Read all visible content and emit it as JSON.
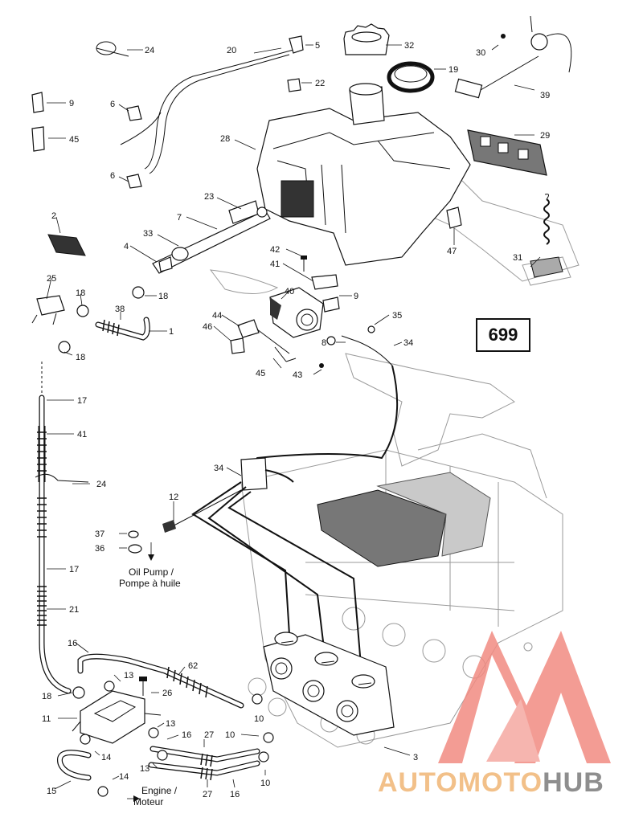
{
  "page_number": "699",
  "notes": {
    "oil_pump_line1": "Oil Pump /",
    "oil_pump_line2": "Pompe à huile",
    "engine_line1": "Engine /",
    "engine_line2": "Moteur"
  },
  "watermark": {
    "part1": "AUTO",
    "part2": "MOTO",
    "part3": "HUB",
    "colors": {
      "logo": "#f28b82",
      "light": "#f2c089",
      "dark": "#8e8e8e"
    }
  },
  "callouts": {
    "c24a": "24",
    "c20": "20",
    "c5": "5",
    "c32": "32",
    "c30": "30",
    "c9a": "9",
    "c22": "22",
    "c19": "19",
    "c39": "39",
    "c6a": "6",
    "c45a": "45",
    "c28": "28",
    "c29": "29",
    "c6b": "6",
    "c23": "23",
    "c2": "2",
    "c7": "7",
    "c47": "47",
    "c33": "33",
    "c4": "4",
    "c31": "31",
    "c42": "42",
    "c41a": "41",
    "c25": "25",
    "c18a": "18",
    "c18b": "18",
    "c40": "40",
    "c9b": "9",
    "c38": "38",
    "c1": "1",
    "c44": "44",
    "c46": "46",
    "c35": "35",
    "c8": "8",
    "c34a": "34",
    "c18c": "18",
    "c45b": "45",
    "c43": "43",
    "c17a": "17",
    "c41b": "41",
    "c34b": "34",
    "c24b": "24",
    "c12": "12",
    "c37": "37",
    "c36": "36",
    "c17b": "17",
    "c21": "21",
    "c16a": "16",
    "c62": "62",
    "c13a": "13",
    "c18d": "18",
    "c26": "26",
    "c10a": "10",
    "c11": "11",
    "c13b": "13",
    "c16b": "16",
    "c27a": "27",
    "c10b": "10",
    "c14a": "14",
    "c13c": "13",
    "c3": "3",
    "c15": "15",
    "c14b": "14",
    "c27b": "27",
    "c16c": "16",
    "c10c": "10"
  }
}
